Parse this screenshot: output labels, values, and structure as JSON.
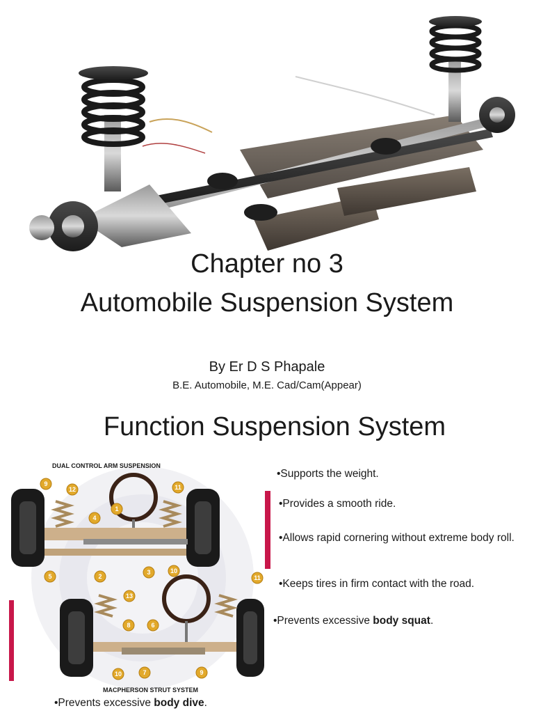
{
  "slide1": {
    "title_line1": "Chapter no 3",
    "title_line2": "Automobile Suspension System",
    "author": "By Er D S Phapale",
    "degrees": "B.E. Automobile, M.E. Cad/Cam(Appear)"
  },
  "slide2": {
    "title": "Function Suspension System",
    "diagram_top_label": "DUAL CONTROL ARM SUSPENSION",
    "diagram_bottom_label": "MACPHERSON STRUT SYSTEM",
    "callouts_top": [
      "9",
      "12",
      "4",
      "1",
      "11",
      "5",
      "2",
      "3",
      "10"
    ],
    "callouts_bottom": [
      "13",
      "11",
      "8",
      "6",
      "10",
      "7",
      "9"
    ],
    "bullets": [
      {
        "pre": "•Supports the weight.",
        "bold": "",
        "post": ""
      },
      {
        "pre": "•Provides a smooth ride.",
        "bold": "",
        "post": ""
      },
      {
        "pre": "•Allows rapid cornering without extreme body roll.",
        "bold": "",
        "post": ""
      },
      {
        "pre": "•Keeps tires in firm contact with the road.",
        "bold": "",
        "post": ""
      },
      {
        "pre": "•Prevents excessive ",
        "bold": "body squat",
        "post": "."
      },
      {
        "pre": "•Prevents excessive ",
        "bold": "body dive",
        "post": "."
      }
    ],
    "accent_color": "#c8174a"
  }
}
